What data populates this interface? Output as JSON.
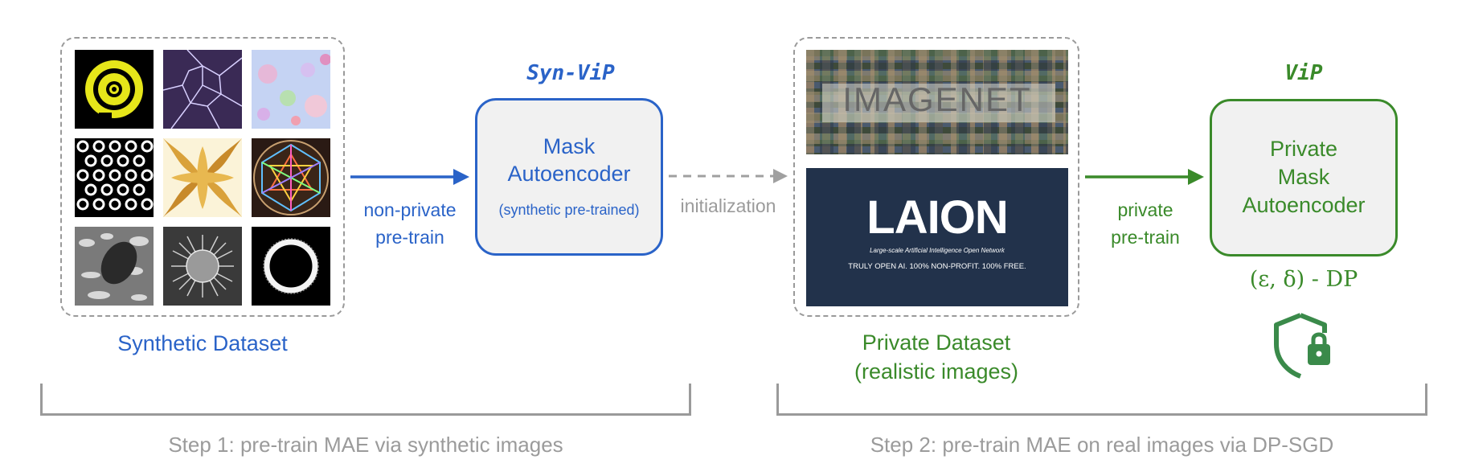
{
  "synthetic_dataset": {
    "label": "Synthetic Dataset"
  },
  "arrow1": {
    "line1": "non-private",
    "line2": "pre-train"
  },
  "syn_vip": {
    "title": "Syn-ViP",
    "box_line1": "Mask",
    "box_line2": "Autoencoder",
    "box_sub": "(synthetic pre-trained)"
  },
  "arrow2": {
    "label": "initialization"
  },
  "private_dataset": {
    "imagenet_logo": "IMAGENET",
    "laion_logo": "LAION",
    "laion_tagline": "Large-scale Artificial Intelligence Open Network",
    "laion_motto": "TRULY OPEN AI. 100% NON-PROFIT. 100% FREE.",
    "label_line1": "Private Dataset",
    "label_line2": "(realistic images)"
  },
  "arrow3": {
    "line1": "private",
    "line2": "pre-train"
  },
  "vip": {
    "title": "ViP",
    "box_line1": "Private",
    "box_line2": "Mask",
    "box_line3": "Autoencoder",
    "dp_label": "(ε, δ) - DP",
    "shield_icon": "shield-lock-icon"
  },
  "steps": {
    "step1": "Step 1: pre-train MAE via synthetic images",
    "step2": "Step 2: pre-train MAE on real images via DP-SGD"
  },
  "colors": {
    "blue": "#2a63c8",
    "green": "#3a8a2a",
    "gray": "#9b9b9b",
    "laion_bg": "#22324b"
  }
}
